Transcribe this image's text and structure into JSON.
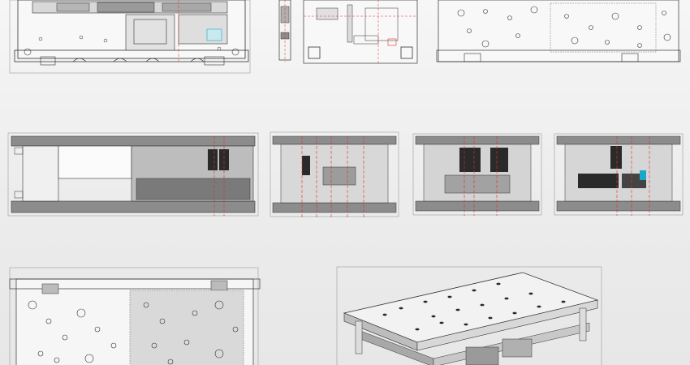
{
  "sheet": {
    "background": "#eeeeee",
    "line_color": "#3a3a3a",
    "center_line_color": "#e0302a",
    "section_fill": "#8c8c8c",
    "accent_color": "#1aa8c8"
  },
  "views": [
    {
      "id": "top-plan-view",
      "kind": "plan"
    },
    {
      "id": "side-view",
      "kind": "side"
    },
    {
      "id": "plate-plan-view",
      "kind": "plate"
    },
    {
      "id": "bottom-plan-view",
      "kind": "plate"
    },
    {
      "id": "section-view-1",
      "kind": "section"
    },
    {
      "id": "section-view-2",
      "kind": "section"
    },
    {
      "id": "section-view-3",
      "kind": "section"
    },
    {
      "id": "section-view-4",
      "kind": "section"
    },
    {
      "id": "detail-plan-view",
      "kind": "plate"
    },
    {
      "id": "isometric-view",
      "kind": "iso"
    }
  ]
}
